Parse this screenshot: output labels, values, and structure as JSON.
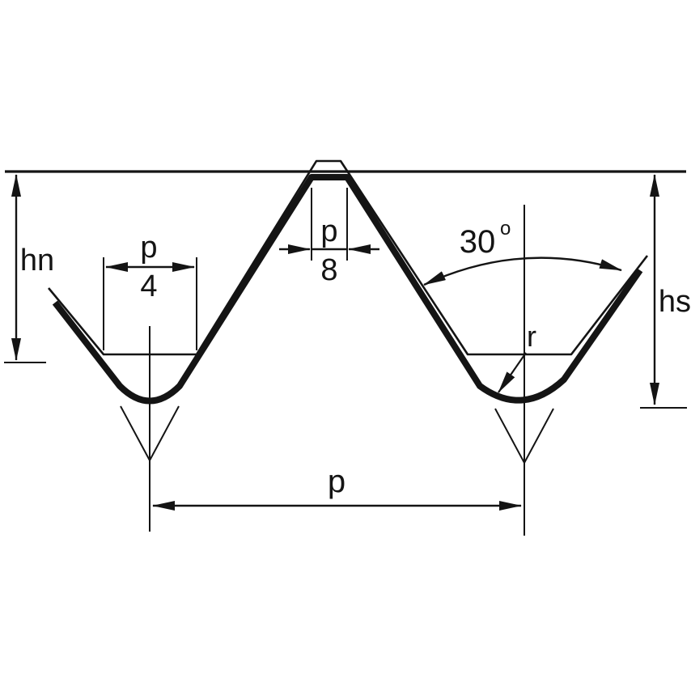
{
  "diagram": {
    "type": "screw-thread-profile",
    "background_color": "#ffffff",
    "line_color": "#141414",
    "labels": {
      "nut_thread_height": "hn",
      "screw_thread_height": "hs",
      "pitch": "p",
      "root_radius": "r",
      "flank_angle_value": "30",
      "flank_angle_symbol": "o",
      "crest_flat_numerator": "p",
      "crest_flat_denominator": "8",
      "root_flat_numerator": "p",
      "root_flat_denominator": "4"
    }
  }
}
